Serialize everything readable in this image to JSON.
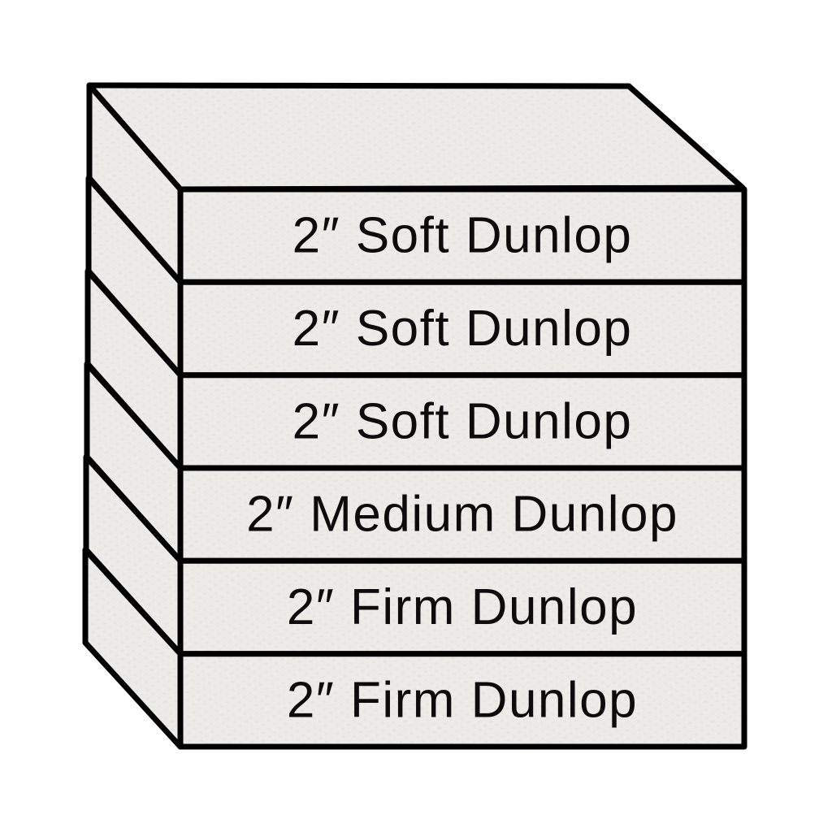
{
  "diagram": {
    "type": "mattress-layer-stack",
    "layer_count": 6,
    "layers": [
      {
        "id": 1,
        "label": "2″ Soft Dunlop",
        "thickness": "2″",
        "firmness": "Soft",
        "material": "Dunlop"
      },
      {
        "id": 2,
        "label": "2″ Soft Dunlop",
        "thickness": "2″",
        "firmness": "Soft",
        "material": "Dunlop"
      },
      {
        "id": 3,
        "label": "2″ Soft Dunlop",
        "thickness": "2″",
        "firmness": "Soft",
        "material": "Dunlop"
      },
      {
        "id": 4,
        "label": "2″ Medium Dunlop",
        "thickness": "2″",
        "firmness": "Medium",
        "material": "Dunlop"
      },
      {
        "id": 5,
        "label": "2″ Firm Dunlop",
        "thickness": "2″",
        "firmness": "Firm",
        "material": "Dunlop"
      },
      {
        "id": 6,
        "label": "2″ Firm Dunlop",
        "thickness": "2″",
        "firmness": "Firm",
        "material": "Dunlop"
      }
    ],
    "colors": {
      "foam_fill": "#edebe8",
      "foam_texture_dot": "#e2dfd9",
      "outline": "#000000",
      "label_text": "#0c0c0c",
      "background": "#ffffff"
    }
  }
}
